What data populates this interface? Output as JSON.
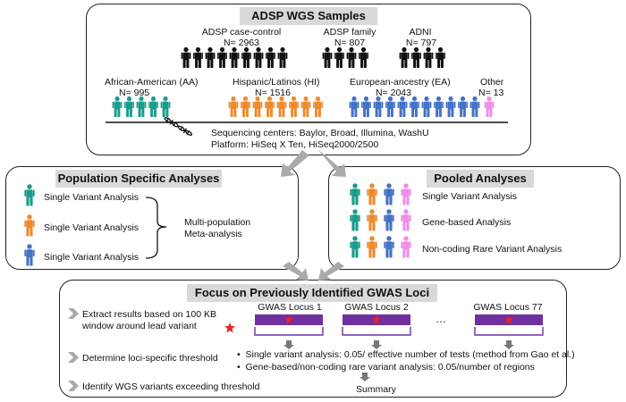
{
  "top": {
    "title": "ADSP WGS Samples",
    "groups": {
      "case_control": {
        "name": "ADSP case-control",
        "n": "N= 2963"
      },
      "family": {
        "name": "ADSP family",
        "n": "N= 807"
      },
      "adni": {
        "name": "ADNI",
        "n": "N= 797"
      },
      "aa": {
        "name": "African-American (AA)",
        "n": "N= 995"
      },
      "hi": {
        "name": "Hispanic/Latinos (HI)",
        "n": "N= 1516"
      },
      "ea": {
        "name": "European-ancestry (EA)",
        "n": "N= 2043"
      },
      "other": {
        "name": "Other",
        "n": "N= 13"
      }
    },
    "seq_centers": "Sequencing centers: Baylor, Broad, Illumina, WashU",
    "platform": "Platform: HiSeq X Ten, HiSeq2000/2500"
  },
  "population": {
    "title": "Population Specific Analyses",
    "items": [
      "Single Variant Analysis",
      "Single Variant Analysis",
      "Single Variant Analysis"
    ],
    "meta_line1": "Multi-population",
    "meta_line2": "Meta-analysis"
  },
  "pooled": {
    "title": "Pooled Analyses",
    "items": [
      "Single Variant Analysis",
      "Gene-based Analysis",
      "Non-coding Rare Variant Analysis"
    ]
  },
  "gwas": {
    "title": "Focus on Previously Identified GWAS Loci",
    "steps": [
      "Extract results based on 100 KB",
      "window around lead variant",
      "Determine loci-specific threshold",
      "Identify WGS variants exceeding threshold"
    ],
    "loci": [
      "GWAS Locus 1",
      "GWAS Locus 2",
      "GWAS Locus 77"
    ],
    "ellipsis": "…",
    "bullets": [
      "Single variant analysis: 0.05/ effective number of tests (method from Gao et al.)",
      "Gene-based/non-coding rare variant analysis: 0.05/number of regions"
    ],
    "summary": "Summary"
  },
  "colors": {
    "black": "#111111",
    "aa": "#1a9c8c",
    "hi": "#ee8a2e",
    "ea": "#4472c4",
    "other": "#ee8ee6",
    "locus_bar": "#7030a0",
    "star": "#e8242a",
    "header_bg": "#d9d9d9",
    "arrow": "#aaaaaa"
  }
}
